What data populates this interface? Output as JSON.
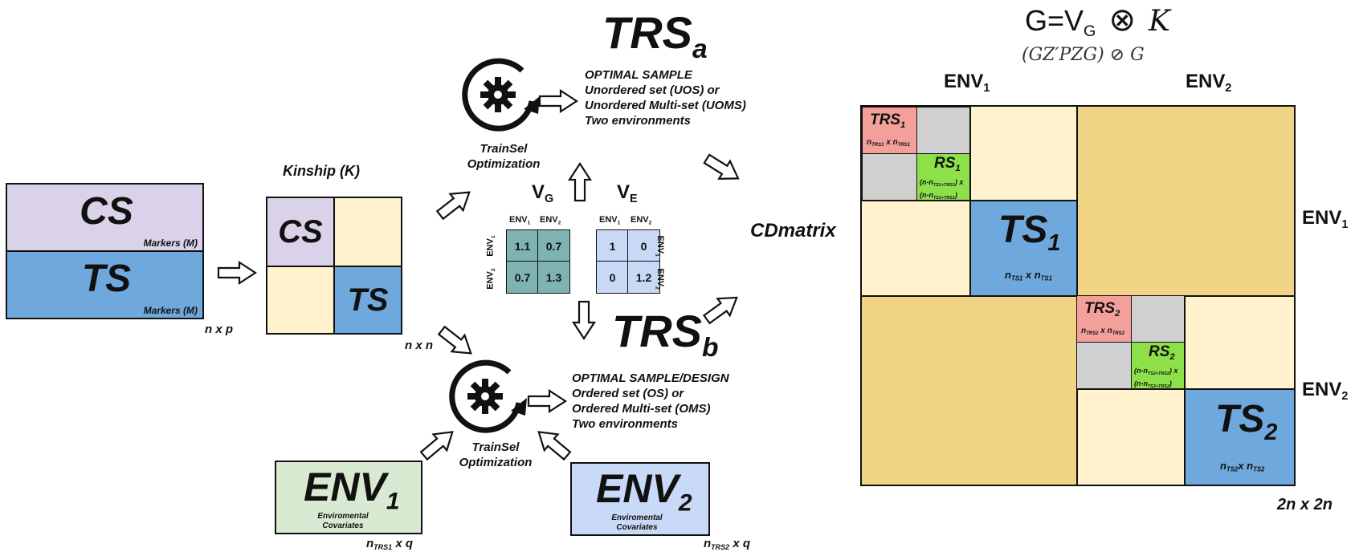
{
  "left": {
    "cs_label": "CS",
    "cs_sub": "Markers (M)",
    "ts_label": "TS",
    "ts_sub": "Markers (M)",
    "dims": "n x p"
  },
  "kinship": {
    "title": "Kinship (K)",
    "cs_label": "CS",
    "ts_label": "TS",
    "dims": "n x n"
  },
  "trs_a": {
    "title": "TRS",
    "title_sub": "a",
    "opt_label": "TrainSel",
    "opt_label2": "Optimization",
    "desc": [
      "OPTIMAL SAMPLE",
      "Unordered set (UOS) or",
      "Unordered Multi-set (UOMS)",
      "Two environments"
    ]
  },
  "trs_b": {
    "title": "TRS",
    "title_sub": "b",
    "opt_label": "TrainSel",
    "opt_label2": "Optimization",
    "desc": [
      "OPTIMAL SAMPLE/DESIGN",
      "Ordered set (OS) or",
      "Ordered Multi-set (OMS)",
      "Two environments"
    ]
  },
  "vg": {
    "label": "V",
    "label_sub": "G",
    "col1": "ENV",
    "col1_sub": "1",
    "col2": "ENV",
    "col2_sub": "2",
    "row1": "ENV",
    "row1_sub": "1",
    "row2": "ENV",
    "row2_sub": "2",
    "values": [
      "1.1",
      "0.7",
      "0.7",
      "1.3"
    ],
    "color": "#7fb3b3"
  },
  "ve": {
    "label": "V",
    "label_sub": "E",
    "col1": "ENV",
    "col1_sub": "1",
    "col2": "ENV",
    "col2_sub": "2",
    "row1": "ENV",
    "row1_sub": "1",
    "row2": "ENV",
    "row2_sub": "2",
    "values": [
      "1",
      "0",
      "0",
      "1.2"
    ],
    "color": "#c8d8f5"
  },
  "env1": {
    "label": "ENV",
    "label_sub": "1",
    "sub1": "Enviromental",
    "sub2": "Covariates",
    "dims": "n",
    "dims_sub": "TRS1",
    "dims_tail": " x q"
  },
  "env2": {
    "label": "ENV",
    "label_sub": "2",
    "sub1": "Enviromental",
    "sub2": "Covariates",
    "dims": "n",
    "dims_sub": "TRS2",
    "dims_tail": " x q"
  },
  "cdmatrix": "CDmatrix",
  "formula": {
    "main": "G=V",
    "main_sub": "G",
    "otimes": "⊗",
    "k": "K",
    "second": "(GZ′PZG) ⊘ G"
  },
  "big_matrix": {
    "env1_top": "ENV",
    "env1_top_sub": "1",
    "env2_top": "ENV",
    "env2_top_sub": "2",
    "env1_side": "ENV",
    "env1_side_sub": "1",
    "env2_side": "ENV",
    "env2_side_sub": "2",
    "trs1": "TRS",
    "trs1_sub": "1",
    "trs1_dims": "n",
    "trs1_dims_sub": "TRS1",
    "trs1_dims_mid": " x n",
    "trs1_dims_sub2": "TRS1",
    "rs1": "RS",
    "rs1_sub": "1",
    "rs1_dims_a": "(n-n",
    "rs1_dims_a_sub": "TS1+TRS1",
    "rs1_dims_a_tail": ") x",
    "rs1_dims_b": "(n-n",
    "rs1_dims_b_sub": "TS1+TRS1",
    "rs1_dims_b_tail": ")",
    "ts1": "TS",
    "ts1_sub": "1",
    "ts1_dims": "n",
    "ts1_dims_sub": "TS1",
    "ts1_dims_mid": " x n",
    "ts1_dims_sub2": "TS1",
    "trs2": "TRS",
    "trs2_sub": "2",
    "trs2_dims": "n",
    "trs2_dims_sub": "TRS2",
    "trs2_dims_mid": " x n",
    "trs2_dims_sub2": "TRS2",
    "rs2": "RS",
    "rs2_sub": "2",
    "rs2_dims_a": "(n-n",
    "rs2_dims_a_sub": "TS2+TRS2",
    "rs2_dims_a_tail": ") x",
    "rs2_dims_b": "(n-n",
    "rs2_dims_b_sub": "TS2+TRS2",
    "rs2_dims_b_tail": ")",
    "ts2": "TS",
    "ts2_sub": "2",
    "ts2_dims": "n",
    "ts2_dims_sub": "TS2",
    "ts2_dims_mid": "x n",
    "ts2_dims_sub2": "TS2",
    "dims": "2n x 2n"
  },
  "colors": {
    "cs": "#d9d2e9",
    "ts": "#6fa8dc",
    "cream": "#fff2cc",
    "gold": "#f1d386",
    "trs": "#f4a09a",
    "rs": "#8ee04a",
    "gray": "#d0d0d0",
    "env1": "#d9ead3",
    "env2": "#c9daf8"
  }
}
